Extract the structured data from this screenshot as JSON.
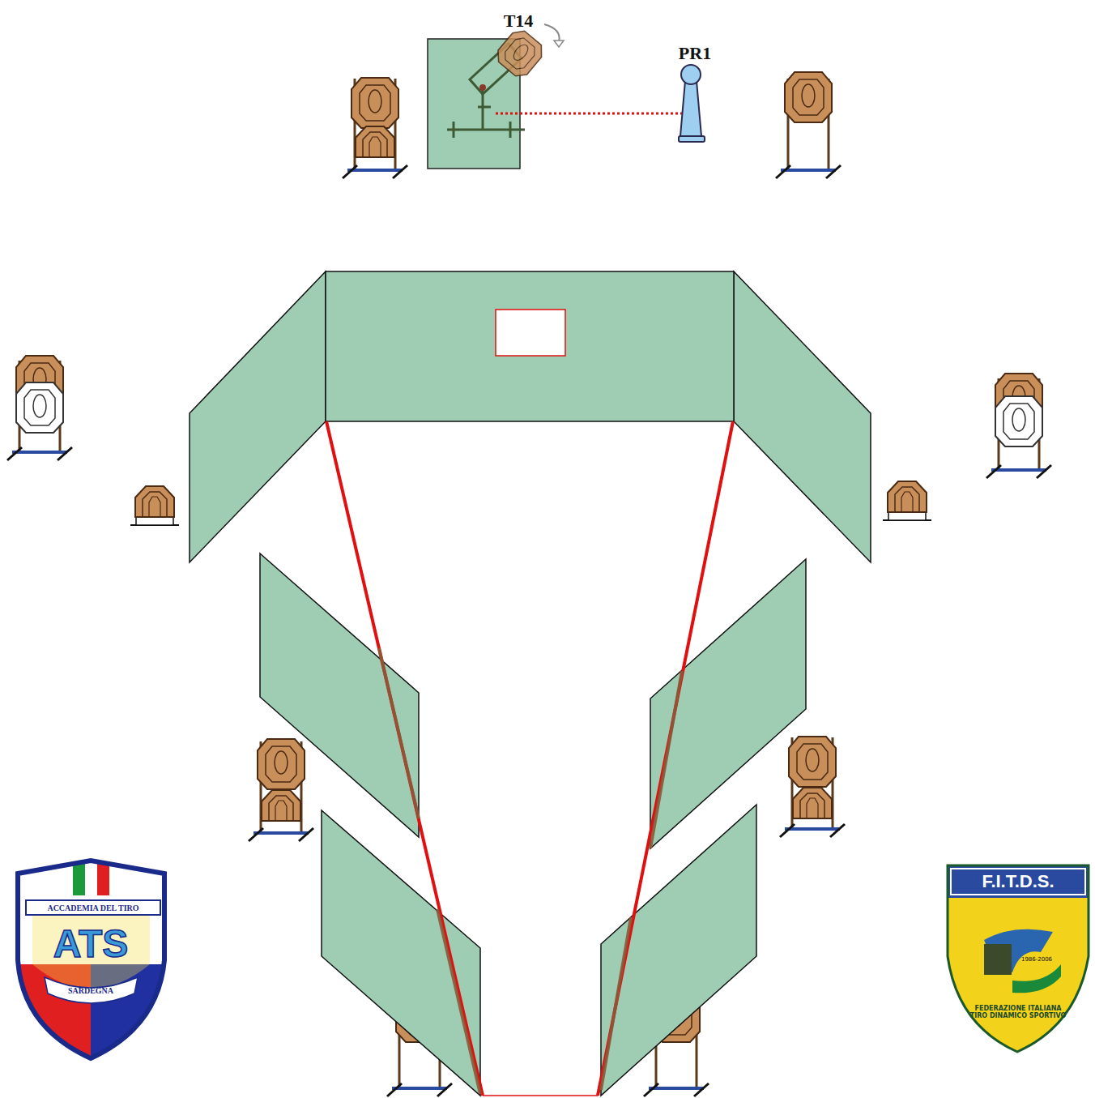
{
  "diagram": {
    "labels": [
      "T14",
      "PR1",
      "ACCADEMIA DEL TIRO",
      "ATS",
      "SARDEGNA",
      "F.I.T.D.S.",
      "FEDERAZIONE ITALIANA TIRO DINAMICO SPORTIVO",
      "1986-2006"
    ]
  }
}
